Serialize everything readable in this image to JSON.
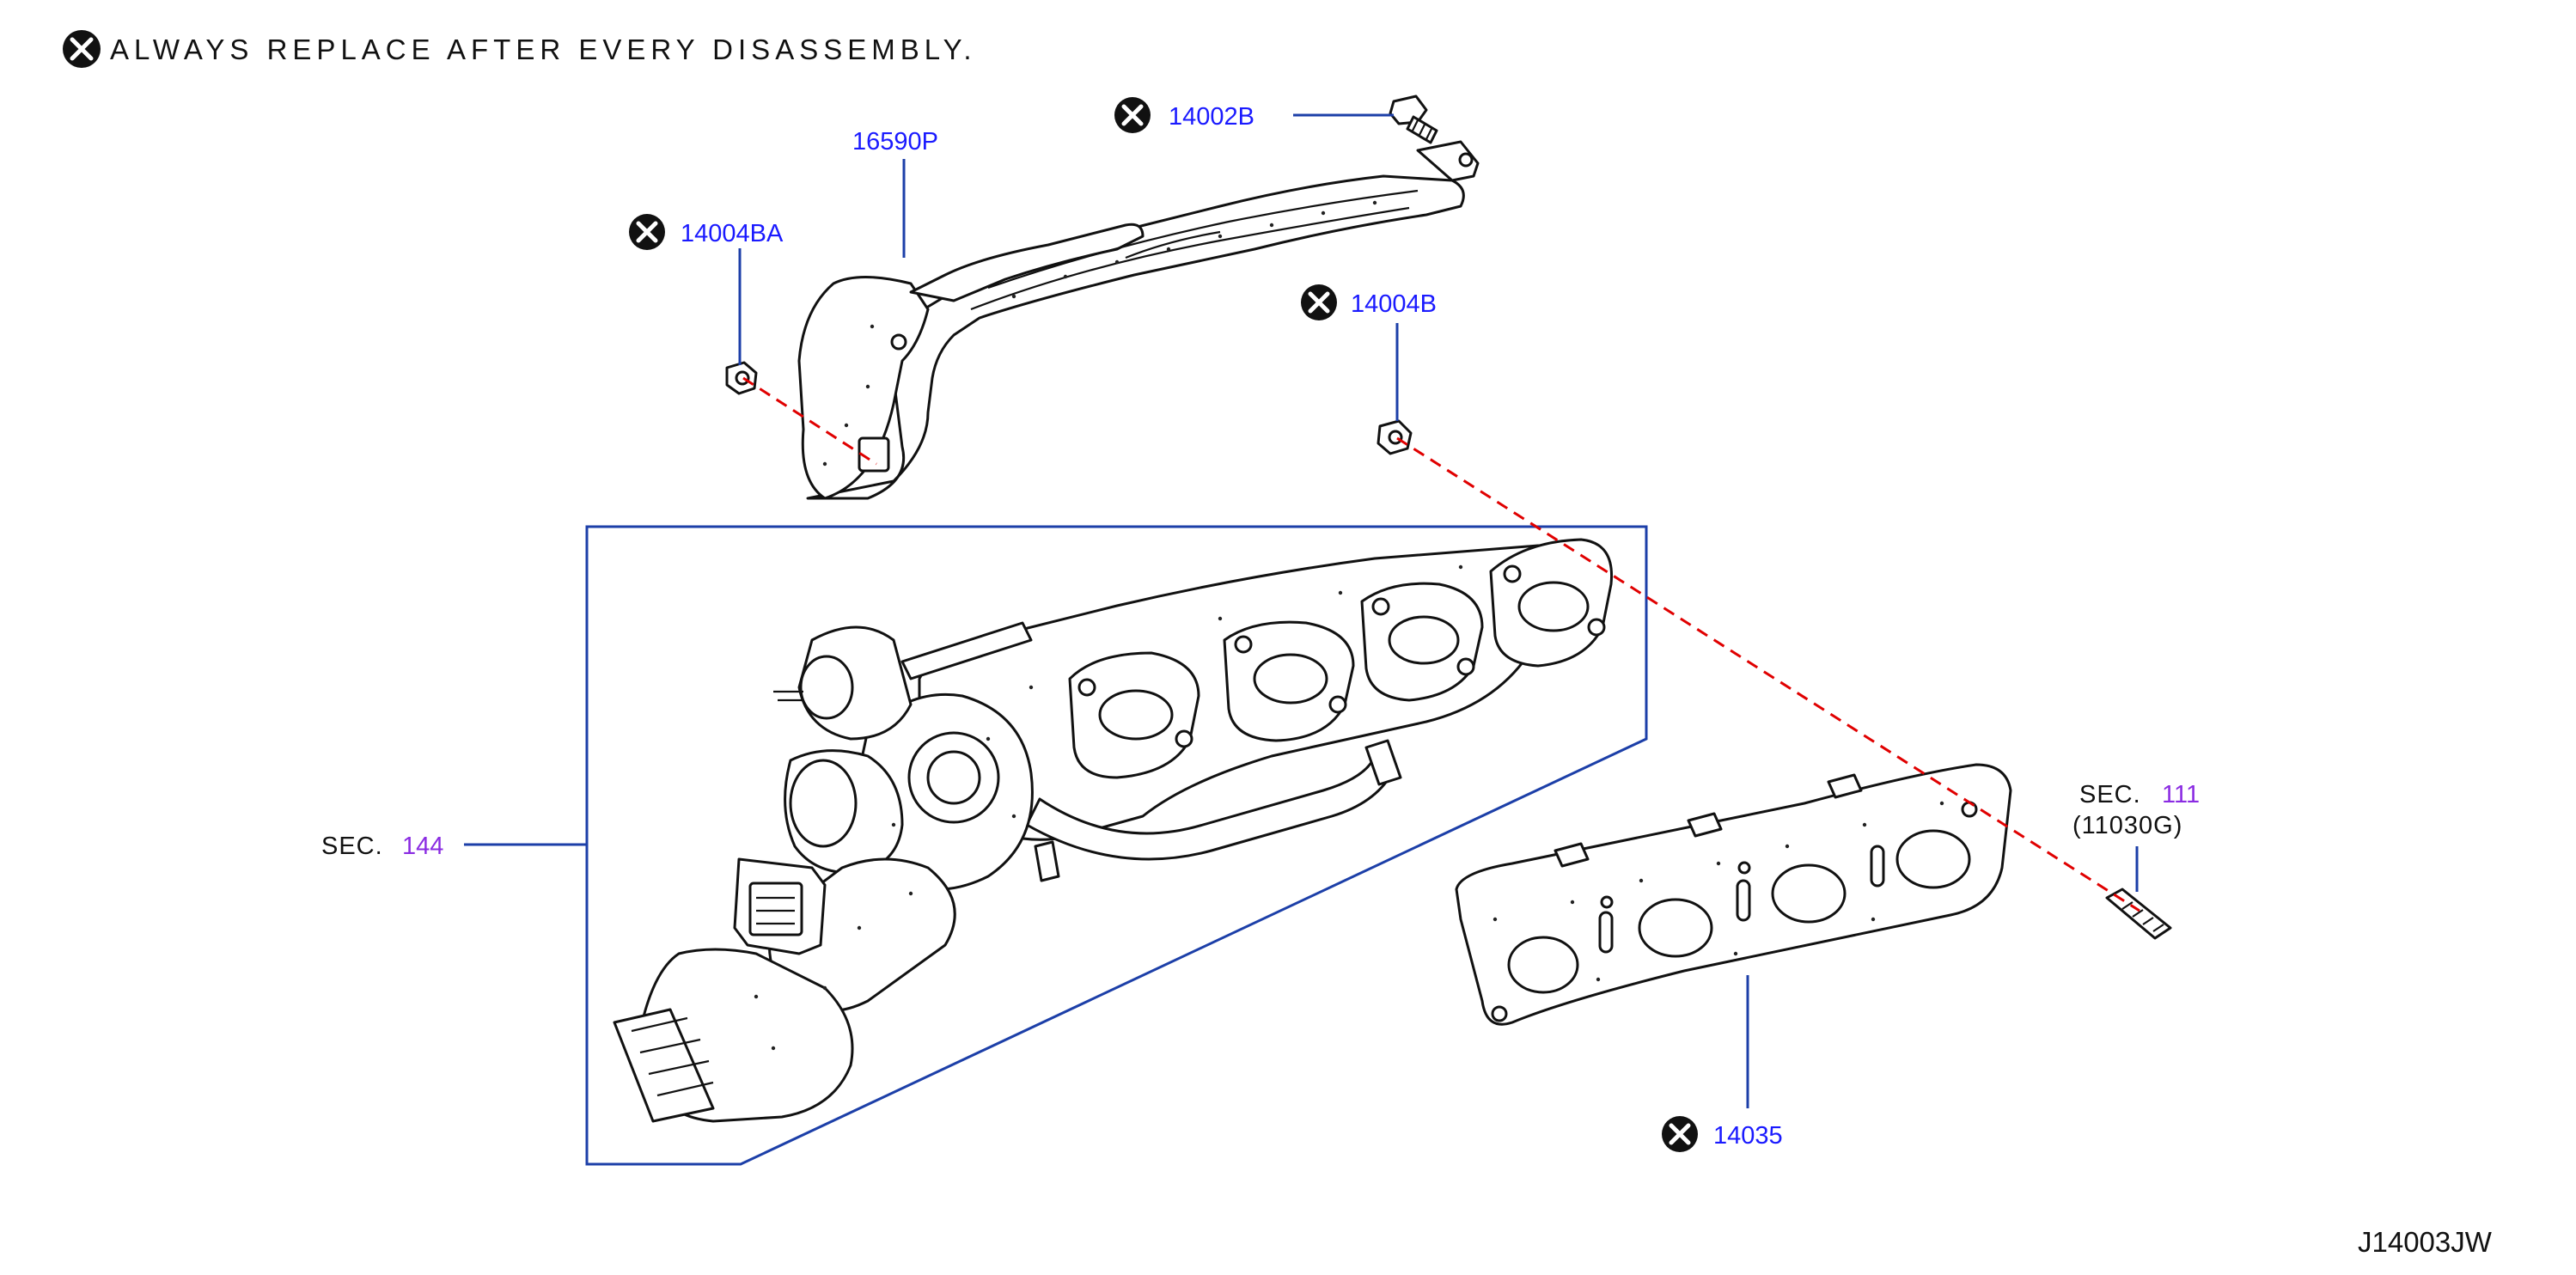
{
  "note": {
    "text": "ALWAYS  REPLACE  AFTER  EVERY  DISASSEMBLY.",
    "icon": "replace-x-icon"
  },
  "callouts": {
    "p16590p": "16590P",
    "p14002b": "14002B",
    "p14004ba": "14004BA",
    "p14004b": "14004B",
    "p14035": "14035"
  },
  "sections": {
    "sec144_prefix": "SEC.",
    "sec144_num": "144",
    "sec111_prefix": "SEC.",
    "sec111_num": "111",
    "sec111_sub": "(11030G)"
  },
  "diagram_code": "J14003JW",
  "colors": {
    "callout_text": "#1a1aff",
    "section_number": "#8a2be2",
    "leader_line": "#1c3fa8",
    "fastener_path": "#e00000",
    "line_art": "#111111"
  }
}
